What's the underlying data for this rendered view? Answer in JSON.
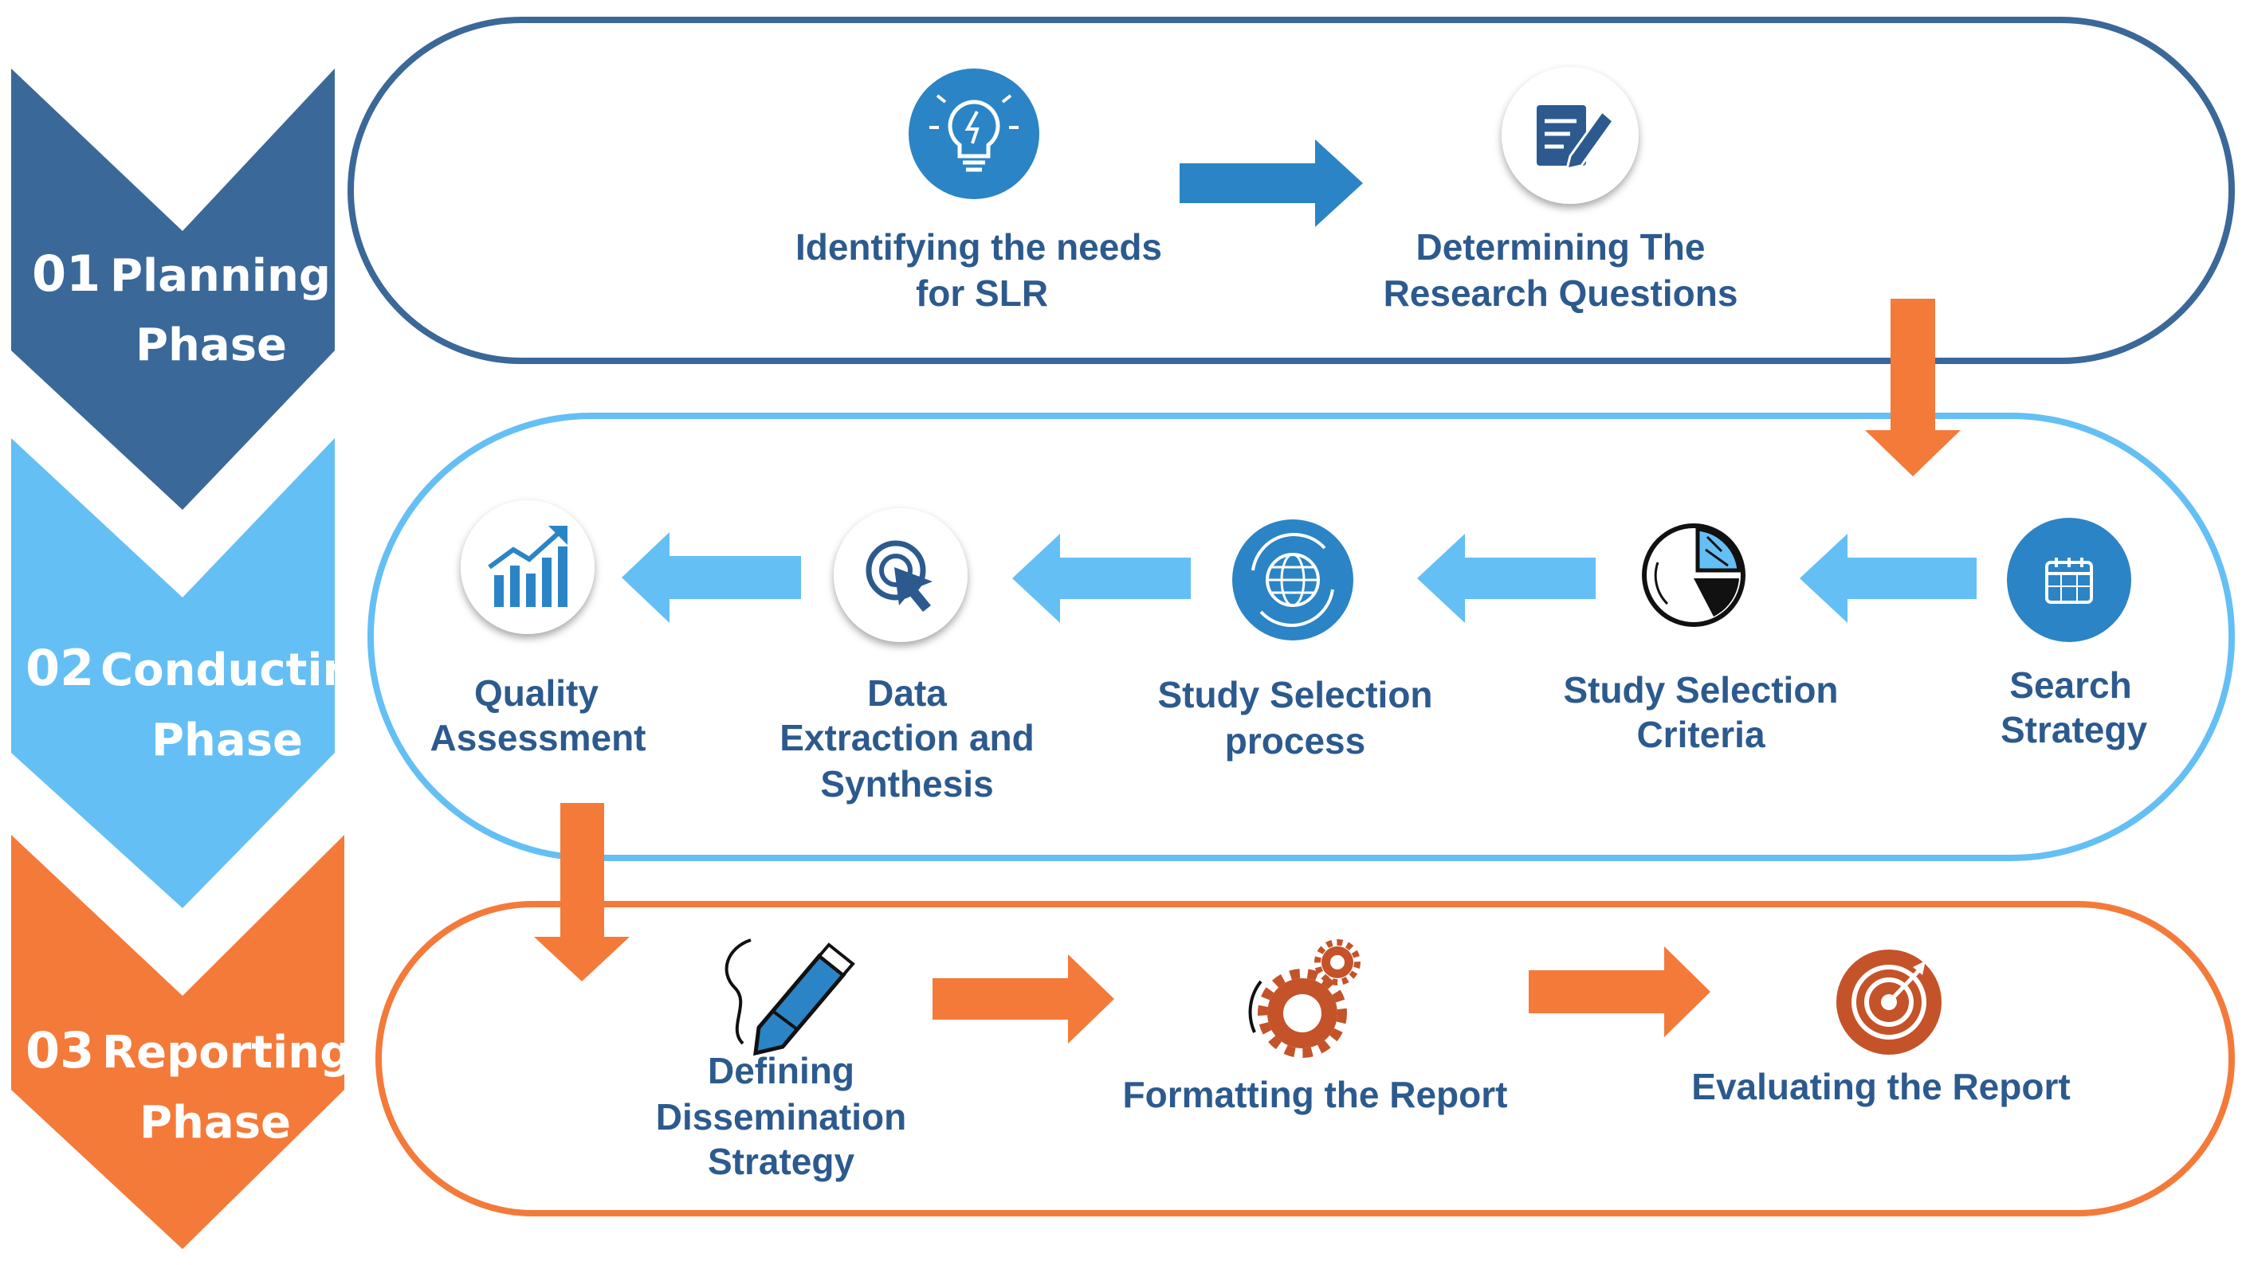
{
  "colors": {
    "planning": "#3a6898",
    "conducting": "#64bff5",
    "reporting": "#f47a3a",
    "label_text": "#2c5a8e",
    "white": "#ffffff"
  },
  "phases": [
    {
      "number": "01",
      "title": "Planning",
      "subtitle": "Phase"
    },
    {
      "number": "02",
      "title": "Conducting",
      "subtitle": "Phase"
    },
    {
      "number": "03",
      "title": "Reporting",
      "subtitle": "Phase"
    }
  ],
  "planning_steps": [
    {
      "icon": "lightbulb-icon",
      "line1": "Identifying the needs",
      "line2": "for SLR"
    },
    {
      "icon": "edit-document-icon",
      "line1": "Determining The",
      "line2": "Research Questions"
    }
  ],
  "conducting_steps": [
    {
      "icon": "calendar-icon",
      "line1": "Search",
      "line2": "Strategy"
    },
    {
      "icon": "pie-chart-icon",
      "line1": "Study Selection",
      "line2": "Criteria"
    },
    {
      "icon": "globe-sync-icon",
      "line1": "Study Selection",
      "line2": "process"
    },
    {
      "icon": "cursor-target-icon",
      "line1": "Data",
      "line2": "Extraction and",
      "line3": "Synthesis"
    },
    {
      "icon": "growth-chart-icon",
      "line1": "Quality",
      "line2": "Assessment"
    }
  ],
  "reporting_steps": [
    {
      "icon": "pencil-icon",
      "line1": "Defining",
      "line2": "Dissemination",
      "line3": "Strategy"
    },
    {
      "icon": "gears-icon",
      "line1": "Formatting the Report"
    },
    {
      "icon": "target-icon",
      "line1": "Evaluating the Report"
    }
  ]
}
